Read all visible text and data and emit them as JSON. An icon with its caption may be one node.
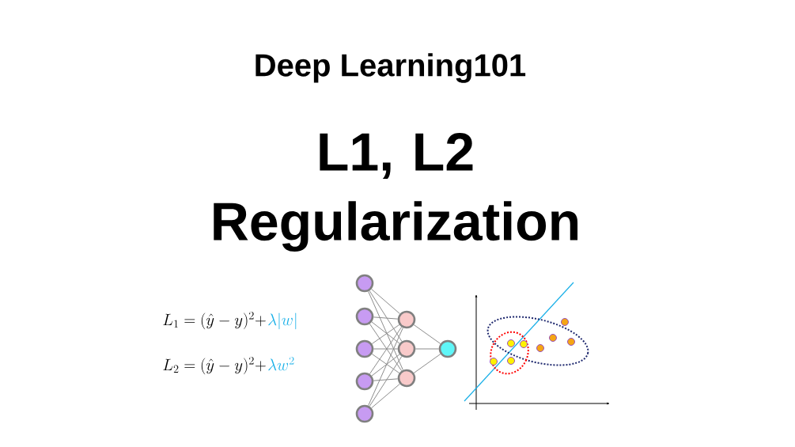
{
  "diagram": {
    "title": "L1, L2 Regularization",
    "nodes": [
      {
        "text": [],
        "shape": "circle"
      },
      {
        "text": [],
        "shape": "circle"
      },
      {
        "text": [],
        "shape": "circle"
      },
      {
        "text": [],
        "shape": "circle"
      },
      {
        "text": [],
        "shape": "circle"
      },
      {
        "text": [],
        "shape": "circle"
      },
      {
        "text": [],
        "shape": "circle"
      },
      {
        "text": [],
        "shape": "circle"
      },
      {
        "text": [],
        "shape": "circle"
      }
    ],
    "edges": [
      {
        "from": 0,
        "to": 5,
        "arrow": "none"
      },
      {
        "from": 0,
        "to": 6,
        "arrow": "none"
      },
      {
        "from": 0,
        "to": 7,
        "arrow": "none"
      },
      {
        "from": 1,
        "to": 5,
        "arrow": "none"
      },
      {
        "from": 1,
        "to": 6,
        "arrow": "none"
      },
      {
        "from": 1,
        "to": 7,
        "arrow": "none"
      },
      {
        "from": 2,
        "to": 5,
        "arrow": "none"
      },
      {
        "from": 2,
        "to": 6,
        "arrow": "none"
      },
      {
        "from": 2,
        "to": 7,
        "arrow": "none"
      },
      {
        "from": 3,
        "to": 5,
        "arrow": "none"
      },
      {
        "from": 3,
        "to": 6,
        "arrow": "none"
      },
      {
        "from": 3,
        "to": 7,
        "arrow": "none"
      },
      {
        "from": 4,
        "to": 5,
        "arrow": "none"
      },
      {
        "from": 4,
        "to": 6,
        "arrow": "none"
      },
      {
        "from": 4,
        "to": 7,
        "arrow": "none"
      },
      {
        "from": 5,
        "to": 8,
        "arrow": "none"
      },
      {
        "from": 6,
        "to": 8,
        "arrow": "none"
      },
      {
        "from": 7,
        "to": 8,
        "arrow": "none"
      }
    ],
    "labels": [
      "Deep Learning101",
      "L_1 = (\\hat{y} - y)^2 +",
      "\\lambda |w|",
      "L_2 = (\\hat{y} - y)^2 +",
      "\\lambda w^2"
    ]
  }
}
